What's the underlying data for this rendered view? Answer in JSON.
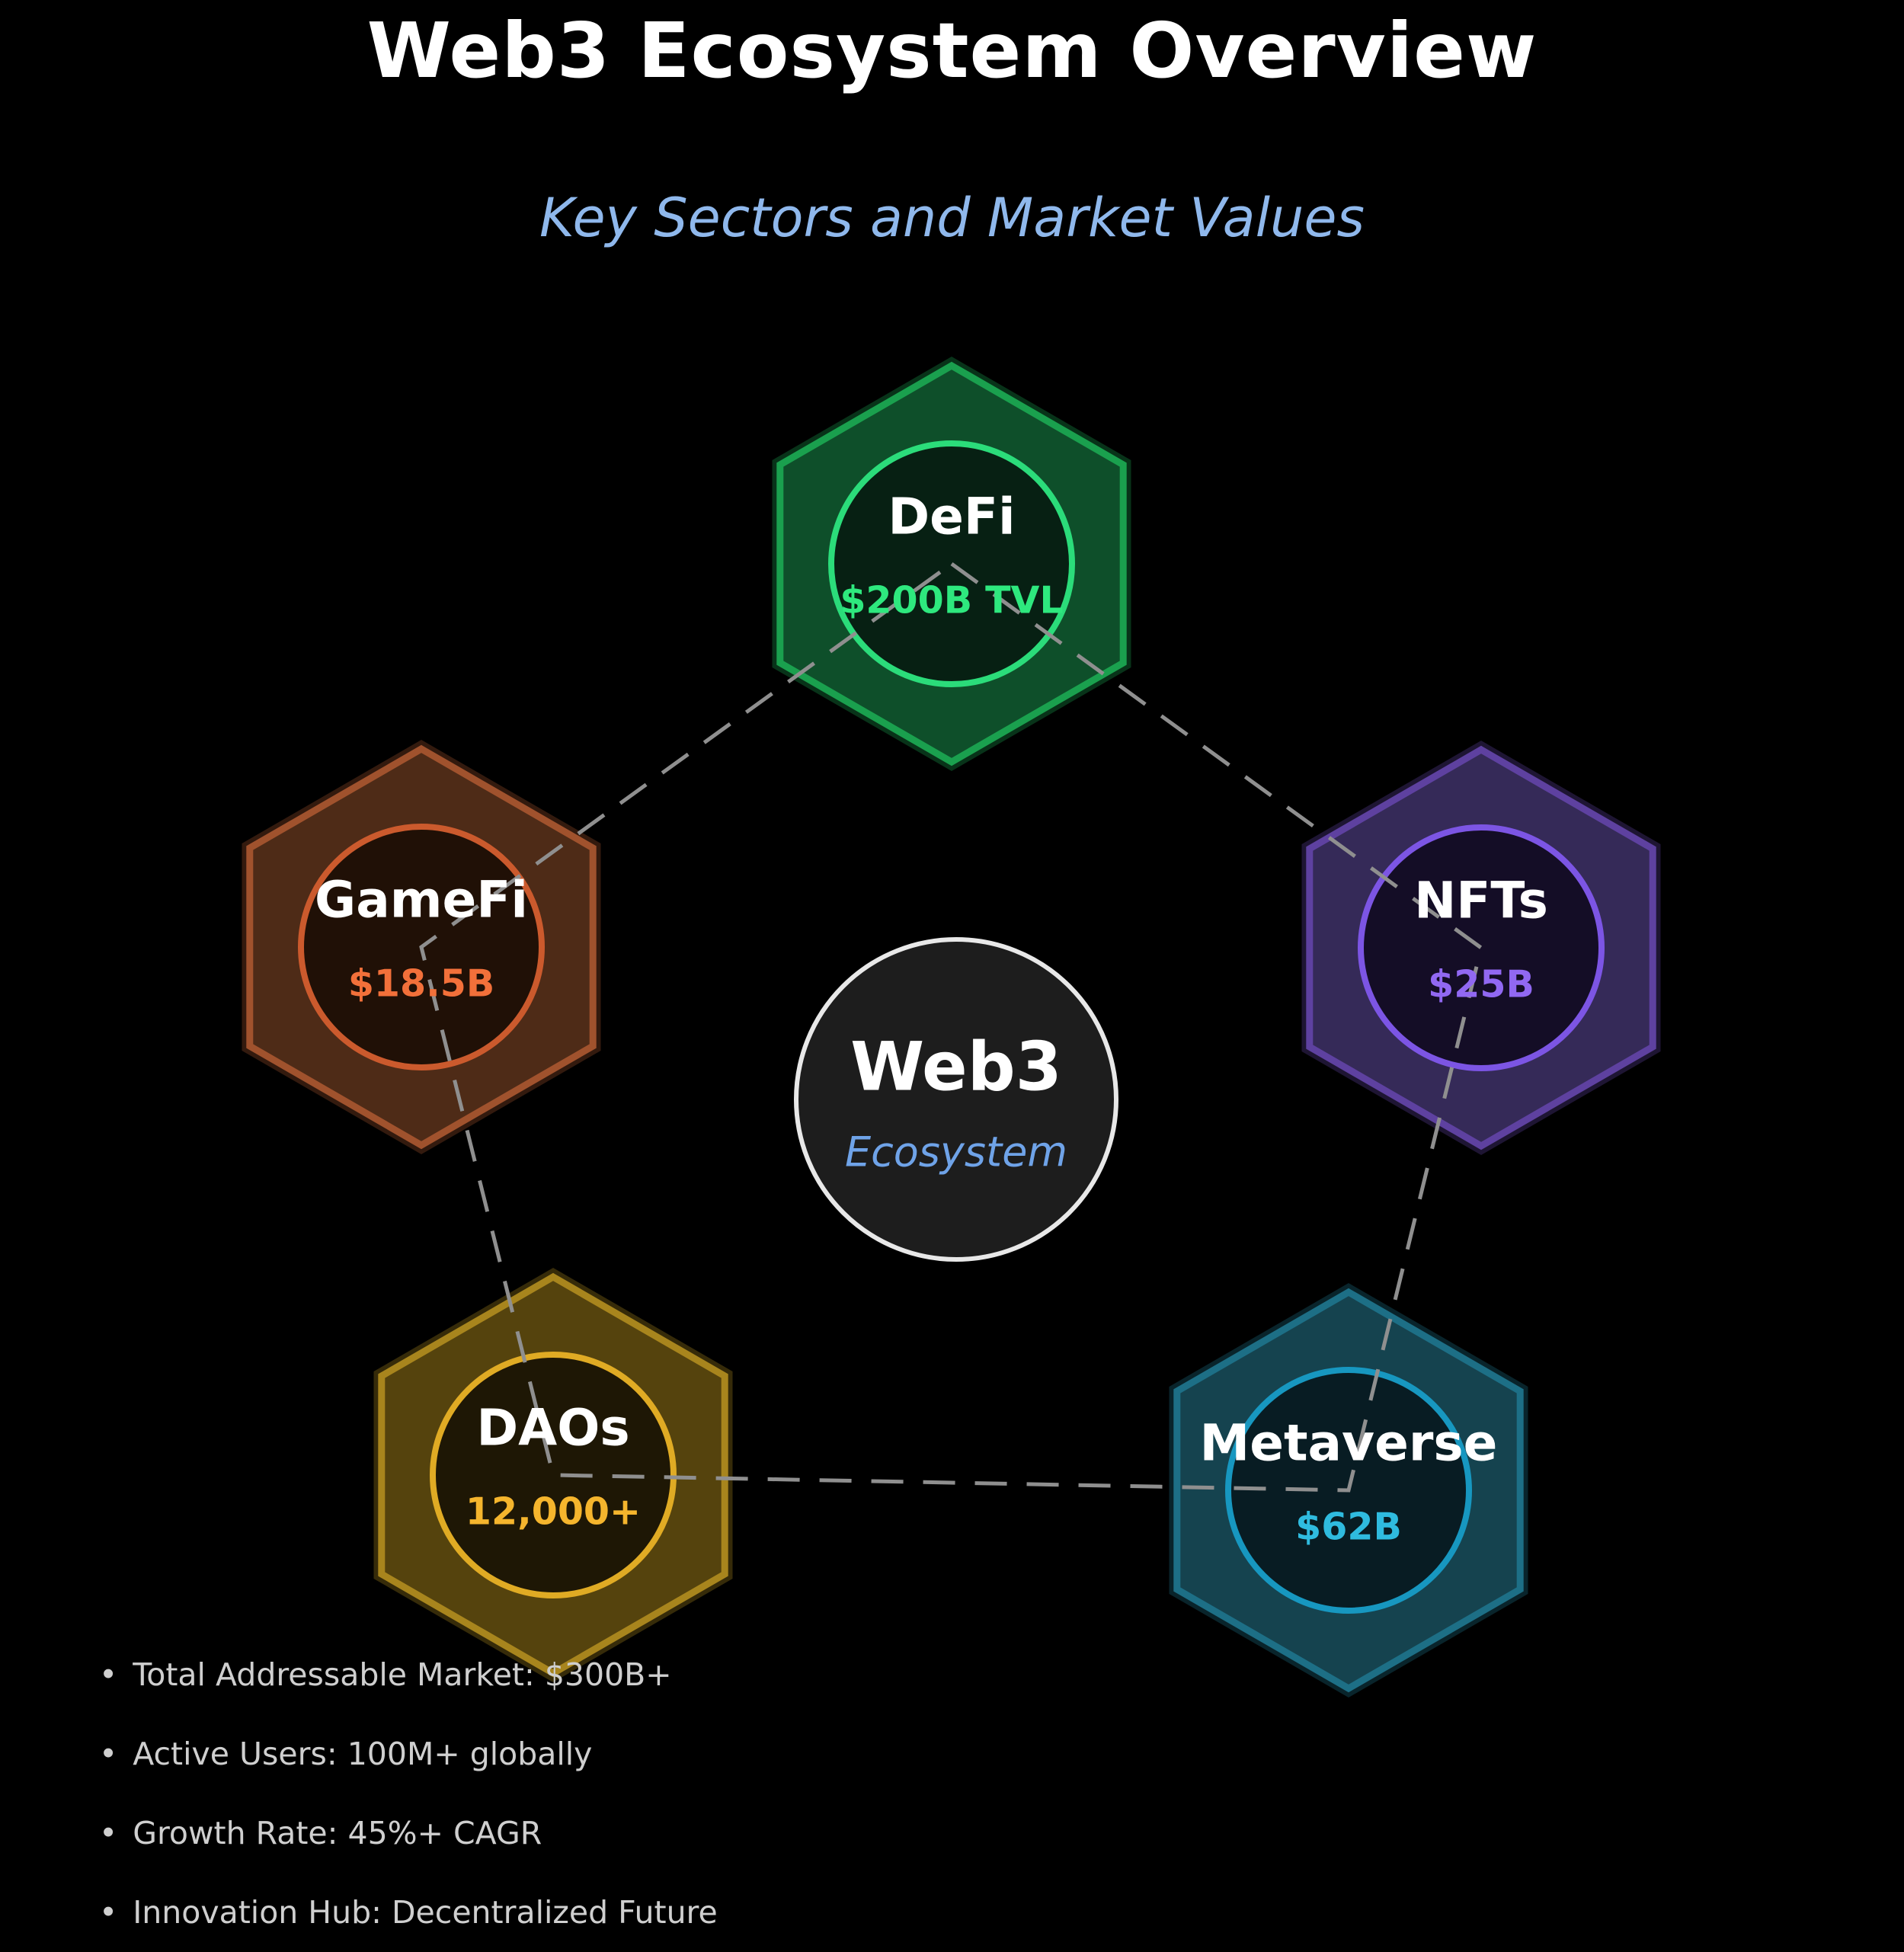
{
  "title": "Web3 Ecosystem Overview",
  "subtitle": "Key Sectors and Market Values",
  "colors": {
    "background": "#000000",
    "title": "#ffffff",
    "subtitle": "#8fb8ec",
    "dash_line": "#8f8f8f",
    "footer_text": "#cfcfcf"
  },
  "center": {
    "title": "Web3",
    "subtitle": "Ecosystem",
    "fill": "#1d1d1d",
    "ring": "#e8e8e8",
    "subtitle_color": "#6fa3e8"
  },
  "nodes": [
    {
      "id": "defi",
      "label": "DeFi",
      "value": "$200B TVL",
      "hex_fill": "#0e4f2a",
      "hex_edge": "#1aa04e",
      "ring": "#2bdc7a",
      "inner_fill": "#072013",
      "value_color": "#2ee87e"
    },
    {
      "id": "gamefi",
      "label": "GameFi",
      "value": "$18.5B",
      "hex_fill": "#4e2b17",
      "hex_edge": "#a0522d",
      "ring": "#cb5a2d",
      "inner_fill": "#201006",
      "value_color": "#f2703a"
    },
    {
      "id": "nfts",
      "label": "NFTs",
      "value": "$25B",
      "hex_fill": "#352a58",
      "hex_edge": "#5e41a0",
      "ring": "#7c55e4",
      "inner_fill": "#140d26",
      "value_color": "#9168f2"
    },
    {
      "id": "daos",
      "label": "DAOs",
      "value": "12,000+",
      "hex_fill": "#55430d",
      "hex_edge": "#a8851d",
      "ring": "#e0ab24",
      "inner_fill": "#1e1705",
      "value_color": "#f5b52d"
    },
    {
      "id": "metaverse",
      "label": "Metaverse",
      "value": "$62B",
      "hex_fill": "#15434f",
      "hex_edge": "#1d6f86",
      "ring": "#1797c0",
      "inner_fill": "#081c23",
      "value_color": "#2fbbdf"
    }
  ],
  "footer": {
    "bullet": "•",
    "items": [
      "Total Addressable Market: $300B+",
      "Active Users: 100M+ globally",
      "Growth Rate: 45%+ CAGR",
      "Innovation Hub: Decentralized Future"
    ]
  }
}
